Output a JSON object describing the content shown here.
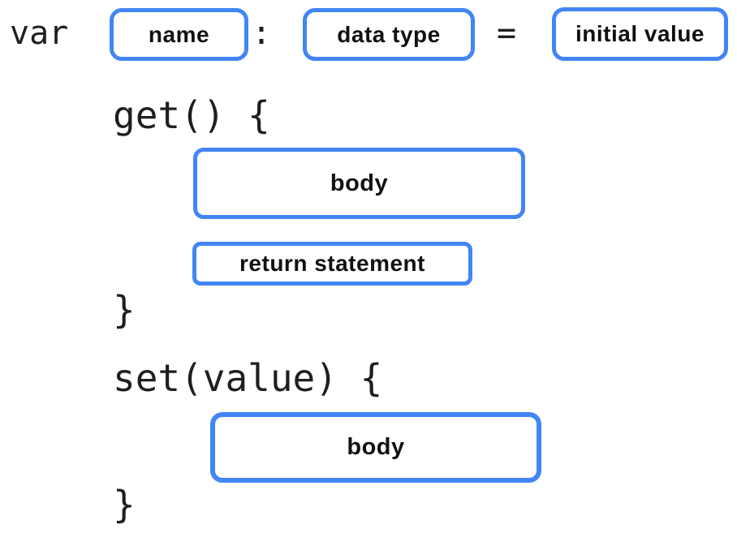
{
  "colors": {
    "accent_blue": "#4285F4",
    "text": "#1f1f1f"
  },
  "declaration": {
    "keyword": "var",
    "colon": ":",
    "equals": "=",
    "boxes": {
      "name": "name",
      "data_type": "data type",
      "initial_value": "initial value"
    }
  },
  "getter": {
    "signature": "get() {",
    "body_label": "body",
    "return_label": "return statement",
    "closing_brace": "}"
  },
  "setter": {
    "signature": "set(value) {",
    "body_label": "body",
    "closing_brace": "}"
  }
}
